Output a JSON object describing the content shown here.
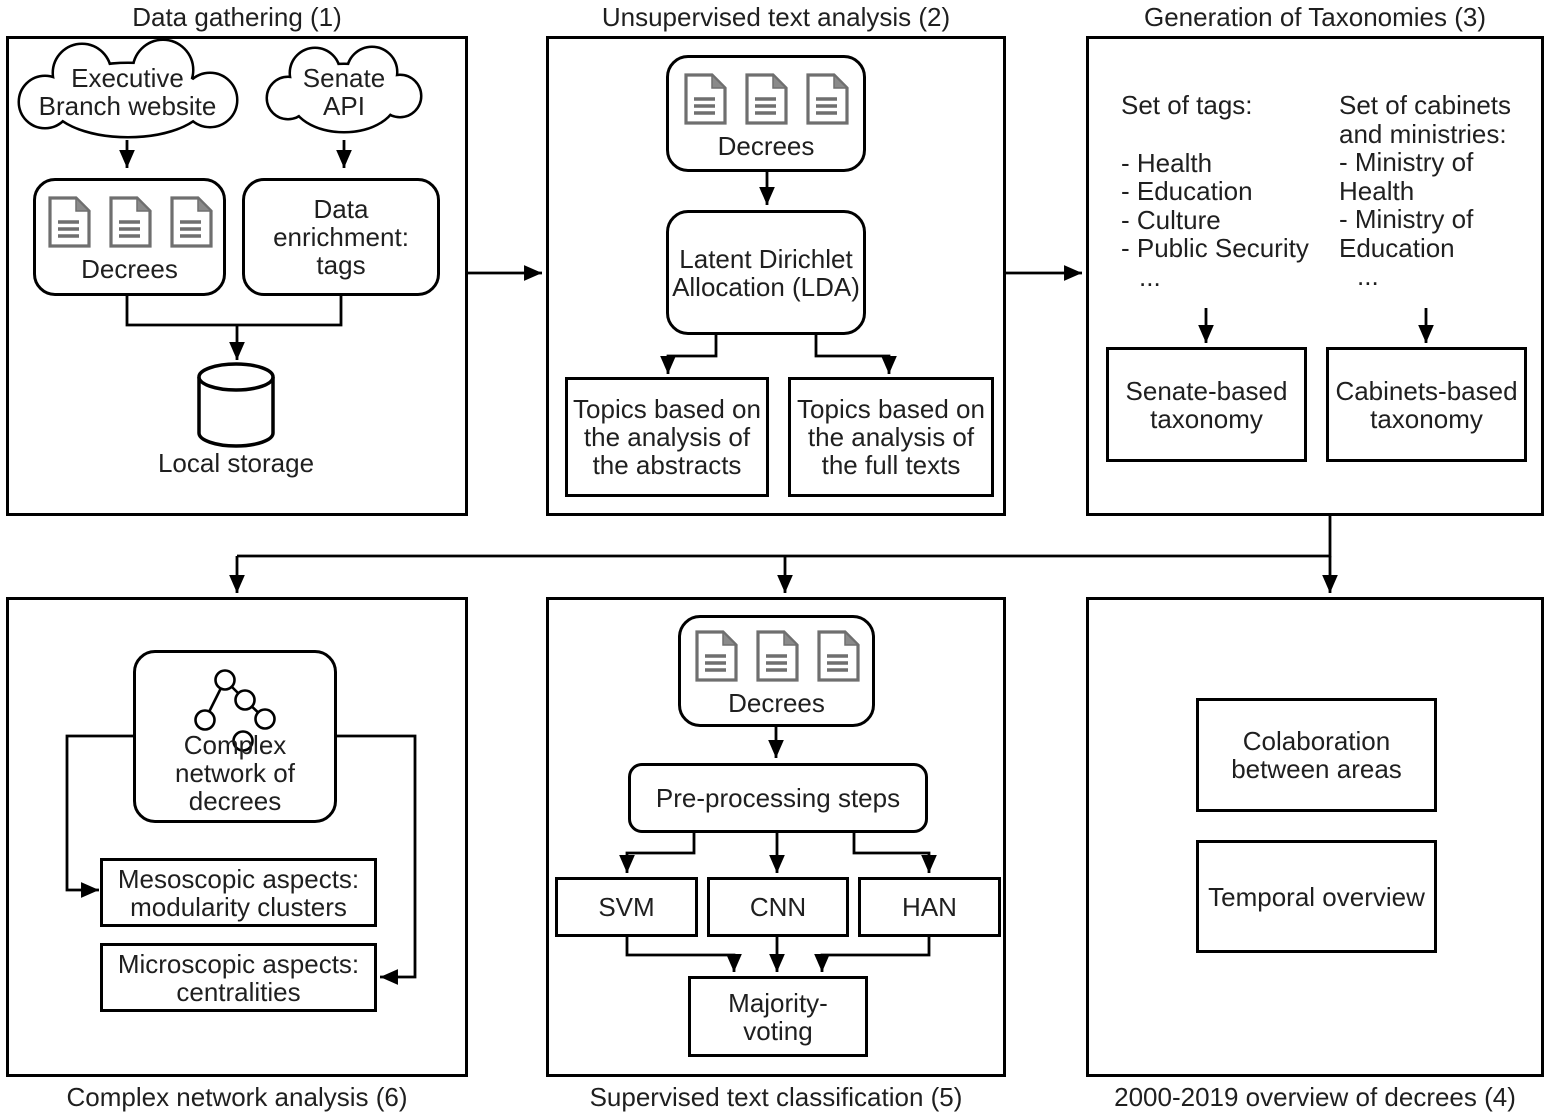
{
  "colors": {
    "stroke": "#000000",
    "icon_gray": "#6f6f6f",
    "text": "#1f1f1f",
    "background": "#ffffff"
  },
  "icons": {
    "document": "document-icon",
    "database": "database-cylinder-icon",
    "network": "network-graph-icon",
    "cloud": "cloud-icon",
    "arrowhead": "arrowhead-icon"
  },
  "titles": {
    "p1": "Data gathering (1)",
    "p2": "Unsupervised text analysis (2)",
    "p3": "Generation of Taxonomies (3)",
    "p4": "2000-2019 overview of decrees (4)",
    "p5": "Supervised text classification (5)",
    "p6": "Complex network analysis (6)"
  },
  "panel1": {
    "cloud_executive": "Executive Branch website",
    "cloud_senate": "Senate API",
    "decrees_label": "Decrees",
    "enrichment_label": "Data enrichment: tags",
    "storage_label": "Local storage"
  },
  "panel2": {
    "decrees_label": "Decrees",
    "lda_label": "Latent Dirichlet Allocation (LDA)",
    "topic_abstracts": "Topics based on the analysis of the abstracts",
    "topic_fulltexts": "Topics based on the analysis of the full texts"
  },
  "panel3": {
    "tags_header": "Set of tags:",
    "tags_items": [
      "- Health",
      "- Education",
      "- Culture",
      "- Public Security",
      "..."
    ],
    "cabinets_header": "Set of cabinets and ministries:",
    "cabinets_items": [
      "- Ministry of Health",
      "- Ministry of Education",
      "..."
    ],
    "senate_taxonomy": "Senate-based taxonomy",
    "cabinets_taxonomy": "Cabinets-based taxonomy"
  },
  "panel4": {
    "collaboration": "Colaboration between areas",
    "temporal": "Temporal overview"
  },
  "panel5": {
    "decrees_label": "Decrees",
    "preprocessing": "Pre-processing steps",
    "classifiers": [
      "SVM",
      "CNN",
      "HAN"
    ],
    "majority": "Majority-voting"
  },
  "panel6": {
    "network": "Complex network of decrees",
    "mesoscopic": "Mesoscopic aspects: modularity clusters",
    "microscopic": "Microscopic aspects: centralities"
  }
}
